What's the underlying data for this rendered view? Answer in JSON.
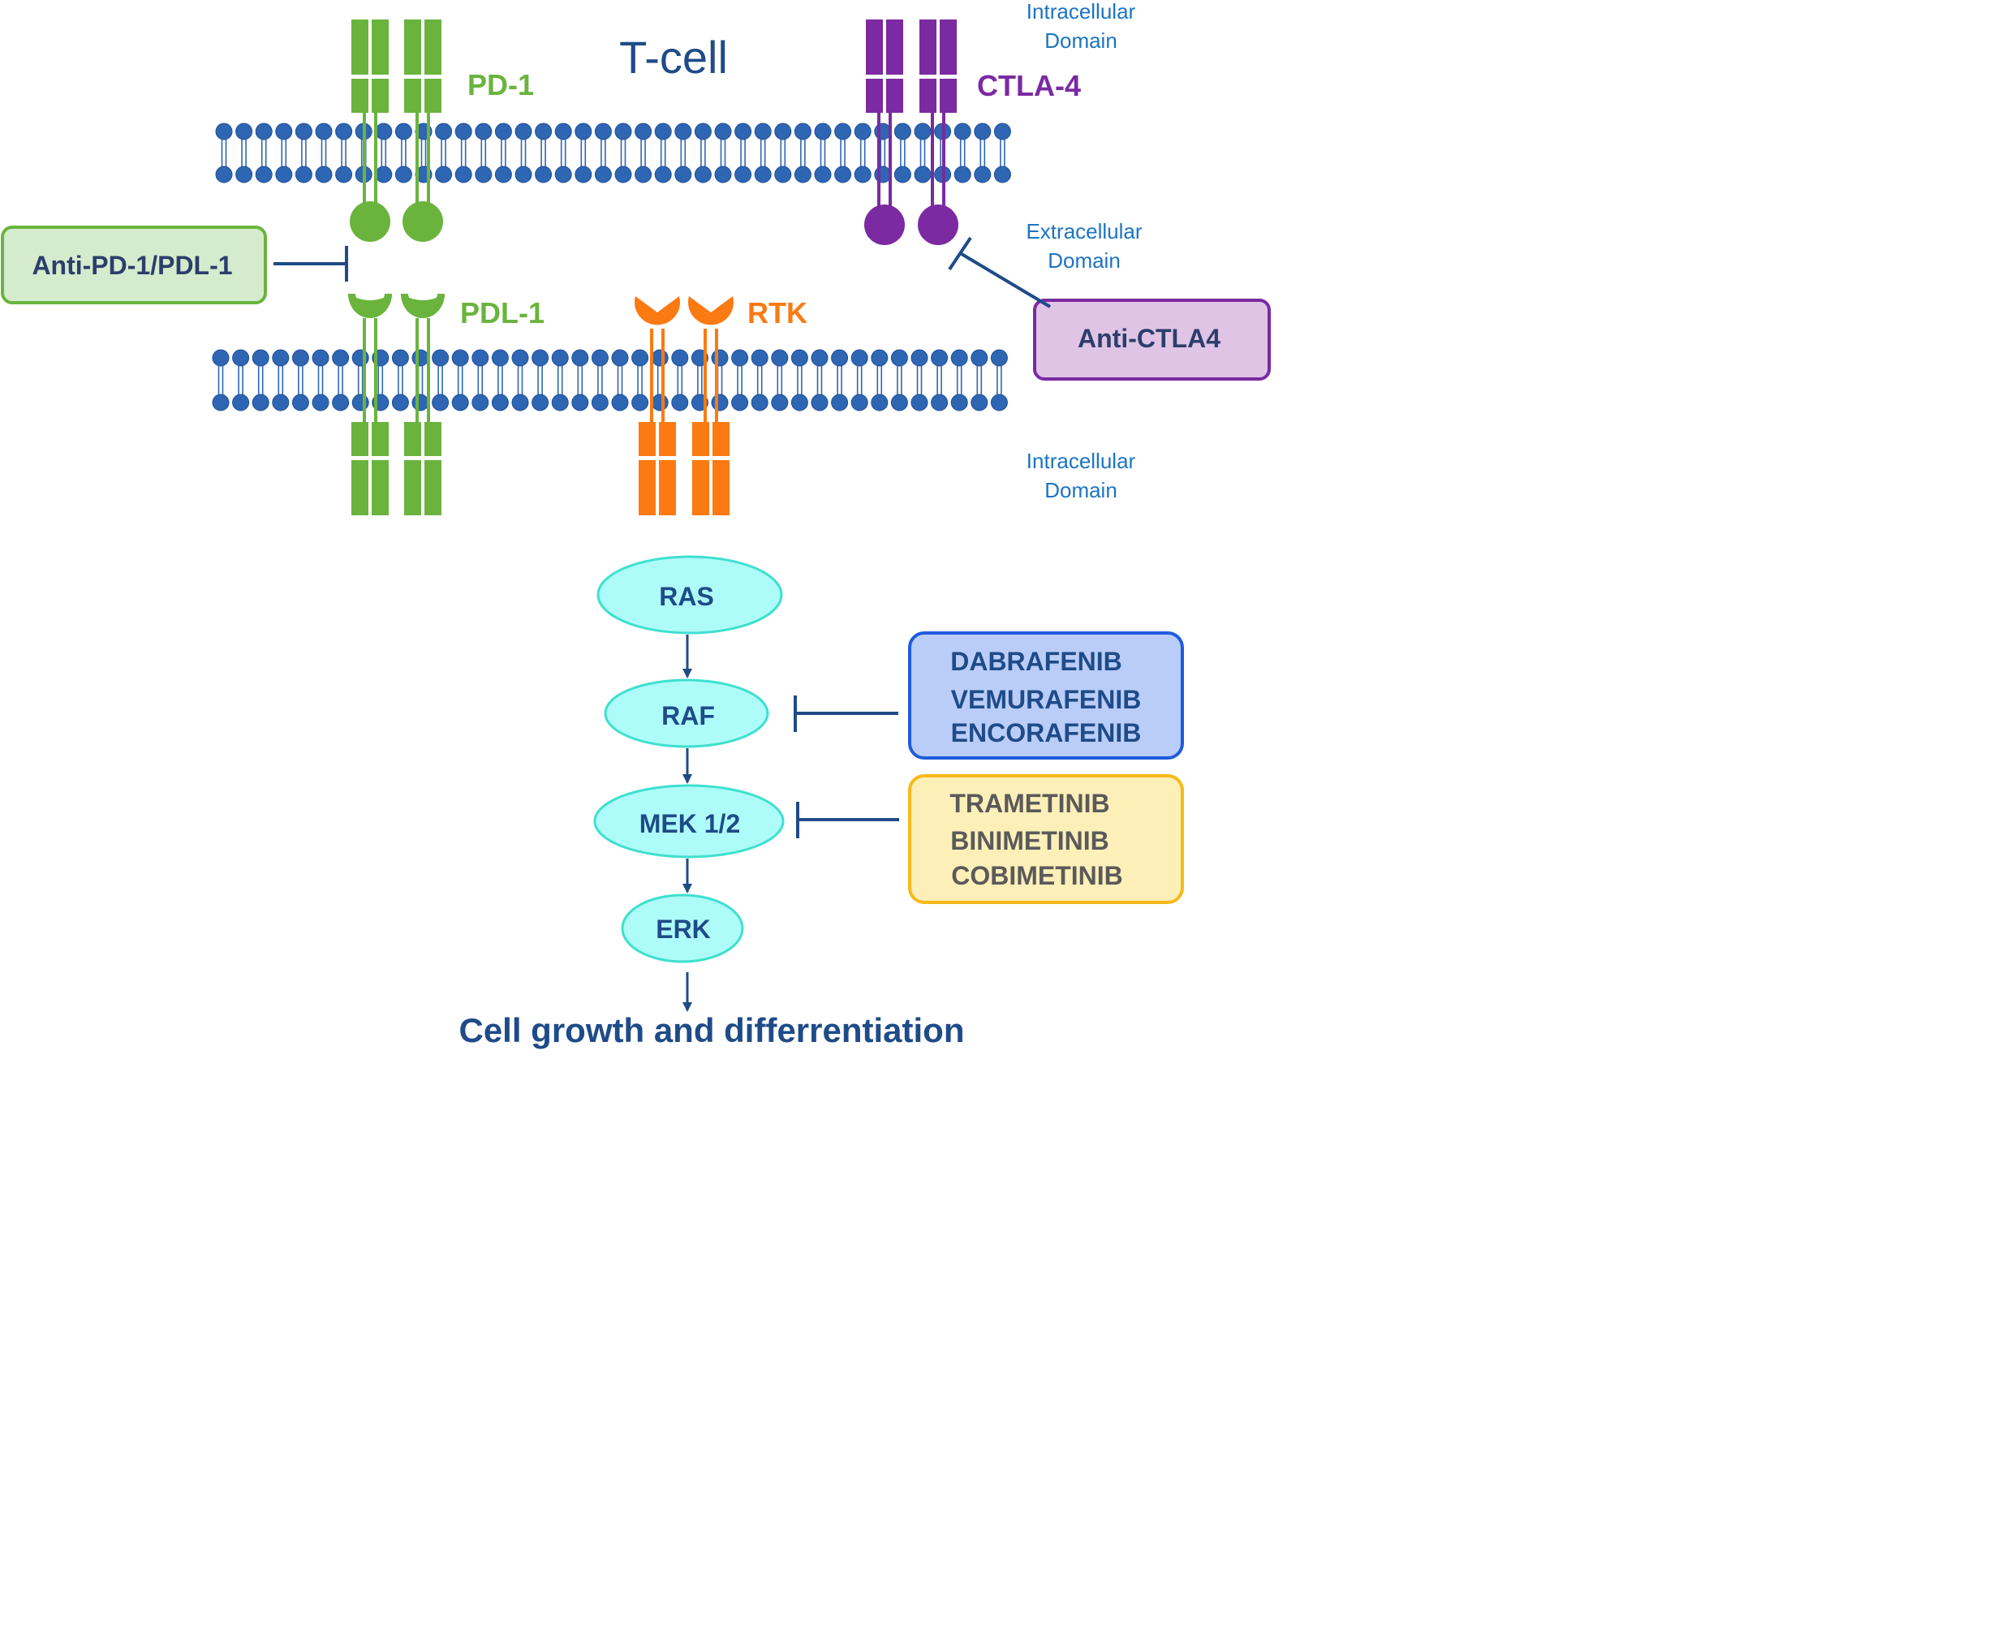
{
  "labels": {
    "t_cell": "T-cell",
    "intracellular_top": [
      "Intracellular",
      "Domain"
    ],
    "extracellular": [
      "Extracellular",
      "Domain"
    ],
    "intracellular_bottom": [
      "Intracellular",
      "Domain"
    ],
    "pd1": "PD-1",
    "ctla4": "CTLA-4",
    "pdl1": "PDL-1",
    "rtk": "RTK"
  },
  "drugs": {
    "anti_pd1": "Anti-PD-1/PDL-1",
    "anti_ctla4": "Anti-CTLA4",
    "braf_inhibitors": [
      "DABRAFENIB",
      "VEMURAFENIB",
      "ENCORAFENIB"
    ],
    "mek_inhibitors": [
      "TRAMETINIB",
      "BINIMETINIB",
      "COBIMETINIB"
    ]
  },
  "pathway": {
    "nodes": [
      "RAS",
      "RAF",
      "MEK 1/2",
      "ERK"
    ],
    "outcome": "Cell growth and differrentiation"
  },
  "colors": {
    "membrane": "#2f66b3",
    "membrane_dark": "#1e4f97",
    "pd1_green": "#6ab43e",
    "ctla4_purple": "#7b2aa1",
    "rtk_orange": "#fb7a12",
    "navy_text": "#1f4b88",
    "domain_blue": "#1c74c2",
    "node_fill": "#aefcf9",
    "node_stroke": "#3ee0cf",
    "anti_pd1_fill": "#d5ebcd",
    "anti_pd1_stroke": "#6ab43e",
    "anti_ctla4_fill": "#dfc4e6",
    "anti_ctla4_stroke": "#7b2aa1",
    "braf_fill": "#b9cdf8",
    "braf_stroke": "#1f5cdc",
    "mek_fill": "#fdefb8",
    "mek_stroke": "#f7b919",
    "mek_text": "#5a5a5a"
  }
}
